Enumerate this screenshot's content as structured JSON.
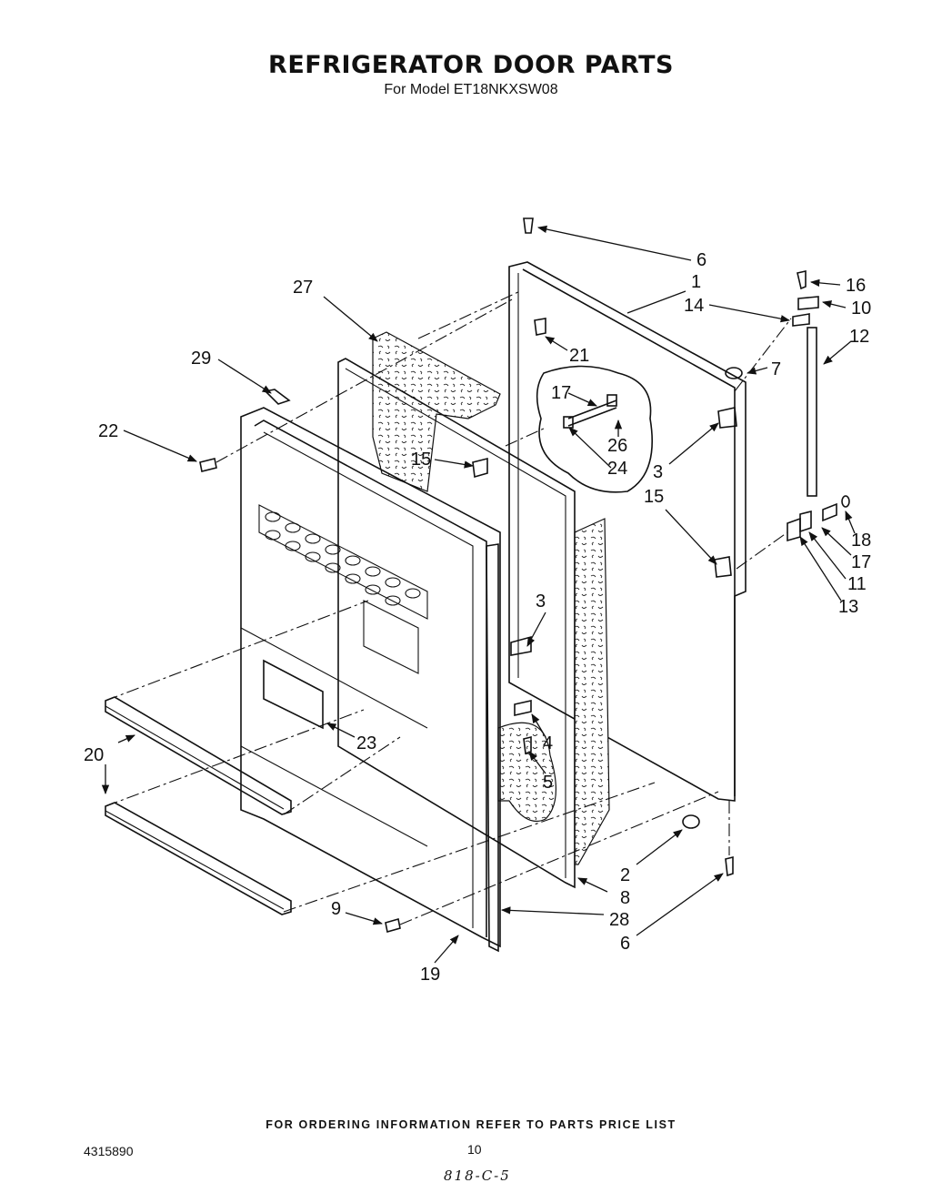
{
  "title": "REFRIGERATOR DOOR PARTS",
  "subtitle": "For Model ET18NKXSW08",
  "footer_note": "FOR ORDERING INFORMATION REFER TO PARTS PRICE LIST",
  "doc_number": "4315890",
  "page_number": "10",
  "handwritten_note": "818-C-5",
  "callouts": [
    "6",
    "1",
    "16",
    "10",
    "27",
    "14",
    "12",
    "21",
    "7",
    "29",
    "17",
    "26",
    "22",
    "3",
    "24",
    "15",
    "15",
    "18",
    "17",
    "11",
    "3",
    "13",
    "23",
    "4",
    "20",
    "5",
    "2",
    "8",
    "9",
    "28",
    "6",
    "19"
  ]
}
